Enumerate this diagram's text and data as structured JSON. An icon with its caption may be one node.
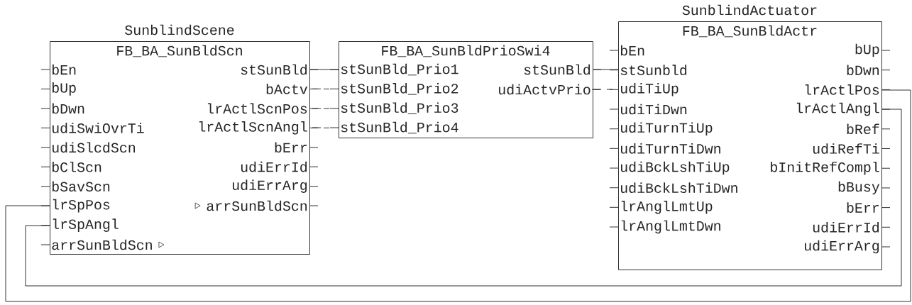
{
  "diagram": {
    "nodes": [
      {
        "text": [
          "SunblindScene",
          "FB_BA_SunBldScn",
          "bEn",
          "bUp",
          "bDwn",
          "udiSwiOvrTi",
          "udiSlcdScn",
          "bClScn",
          "bSavScn",
          "lrSpPos",
          "lrSpAngl",
          "arrSunBldScn",
          "stSunBld",
          "bActv",
          "lrActlScnPos",
          "lrActlScnAngl",
          "bErr",
          "udiErrId",
          "udiErrArg",
          "arrSunBldScn"
        ]
      },
      {
        "text": [
          "FB_BA_SunBldPrioSwi4",
          "stSunBld_Prio1",
          "stSunBld_Prio2",
          "stSunBld_Prio3",
          "stSunBld_Prio4",
          "stSunBld",
          "udiActvPrio"
        ]
      },
      {
        "text": [
          "SunblindActuator",
          "FB_BA_SunBldActr",
          "bEn",
          "stSunbld",
          "udiTiUp",
          "udiTiDwn",
          "udiTurnTiUp",
          "udiTurnTiDwn",
          "udiBckLshTiUp",
          "udiBckLshTiDwn",
          "lrAnglLmtUp",
          "lrAnglLmtDwn",
          "bUp",
          "bDwn",
          "lrActlPos",
          "lrActlAngl",
          "bRef",
          "udiRefTi",
          "bInitRefCompl",
          "bBusy",
          "bErr",
          "udiErrId",
          "udiErrArg"
        ]
      }
    ],
    "edges": [
      {
        "from": 0,
        "to": 1,
        "arrow": "none"
      },
      {
        "from": 1,
        "to": 2,
        "arrow": "none"
      },
      {
        "from": 2,
        "to": 0,
        "arrow": "none"
      },
      {
        "from": 2,
        "to": 0,
        "arrow": "none"
      }
    ]
  }
}
